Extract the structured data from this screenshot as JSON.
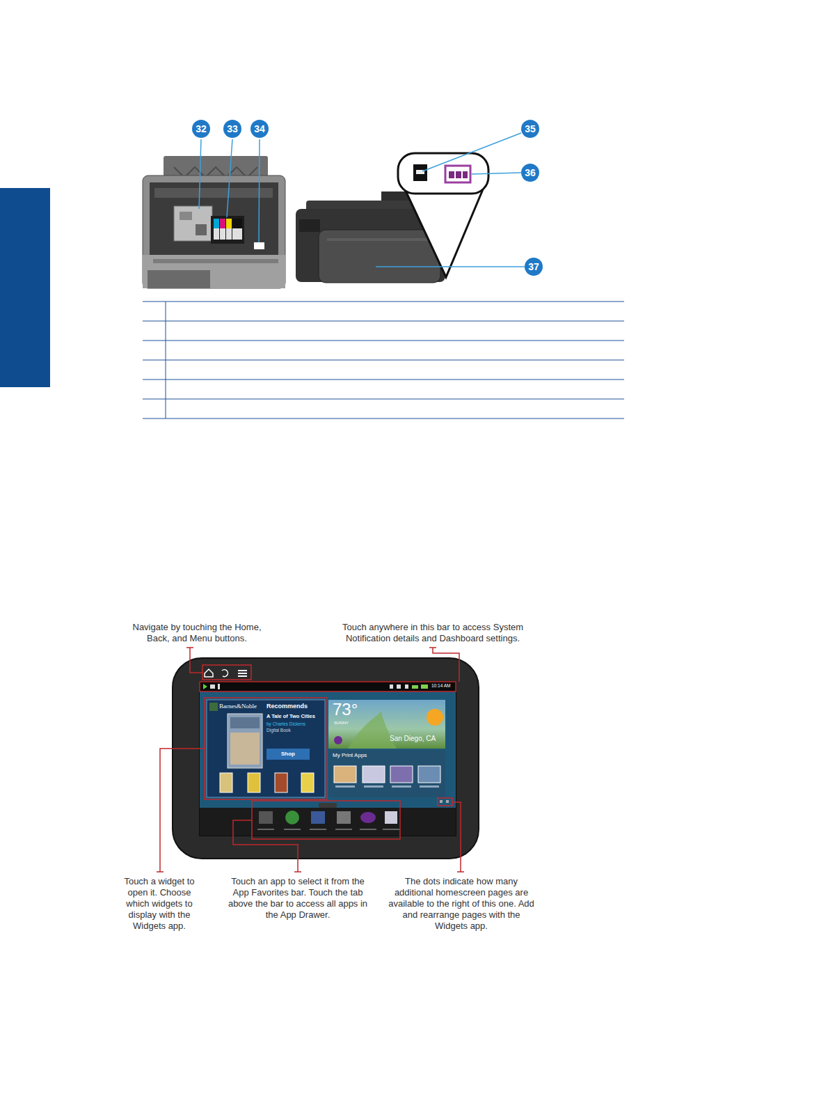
{
  "diagram": {
    "nodes": [
      {
        "text": [
          "32"
        ]
      },
      {
        "text": [
          "33"
        ]
      },
      {
        "text": [
          "34"
        ]
      },
      {
        "text": [
          "35"
        ]
      },
      {
        "text": [
          "36"
        ]
      },
      {
        "text": [
          "37"
        ]
      },
      {
        "text": [
          "Barnes&Noble",
          "Recommends",
          "A Tale of Two Cities",
          "by Charles Dickens",
          "Digital Book"
        ]
      },
      {
        "text": [
          "Shop"
        ],
        "in": 6
      },
      {
        "text": [
          "73°",
          "SUNNY",
          "San Diego, CA"
        ]
      },
      {
        "text": [
          "My Print Apps"
        ]
      }
    ],
    "labels": [
      "Navigate by touching the Home, Back, and Menu buttons.",
      "Touch anywhere in this bar to access System Notification details and Dashboard settings.",
      "Touch a widget to open it. Choose which widgets to display with the Widgets app.",
      "Touch an app to select it from the App Favorites bar. Touch the tab above the bar to access all apps in the App Drawer.",
      "The dots indicate how many additional homescreen pages are available to the right of this one. Add and rearrange pages with the Widgets app.",
      "10:14 AM"
    ]
  }
}
